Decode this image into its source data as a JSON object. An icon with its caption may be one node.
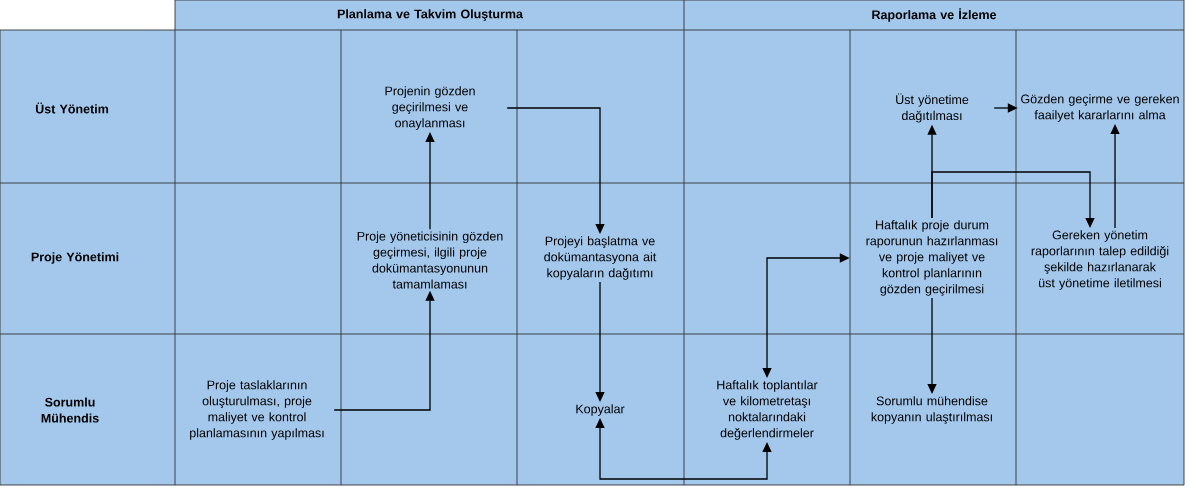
{
  "diagram": {
    "nodes": [
      {
        "text": [
          "Projenin gözden geçirilmesi ve onaylanması"
        ]
      },
      {
        "text": [
          "Proje yöneticisinin gözden geçirmesi, ilgili proje dokümantasyonunun tamamlaması"
        ]
      },
      {
        "text": [
          "Projeyi başlatma ve dokümantasyona ait kopyaların dağıtımı"
        ]
      },
      {
        "text": [
          "Proje taslaklarının oluşturulması, proje maliyet ve kontrol planlamasının yapılması"
        ]
      },
      {
        "text": [
          "Kopyalar"
        ]
      },
      {
        "text": [
          "Haftalık toplantılar ve kilometretaşı noktalarındaki değerlendirmeler"
        ]
      },
      {
        "text": [
          "Üst yönetime dağıtılması"
        ]
      },
      {
        "text": [
          "Gözden geçirme ve gereken faailyet kararlarını alma"
        ]
      },
      {
        "text": [
          "Haftalık proje durum raporunun hazırlanması ve proje maliyet ve kontrol planlarının gözden geçirilmesi"
        ]
      },
      {
        "text": [
          "Gereken yönetim raporlarının talep edildiği şekilde hazırlanarak üst yönetime iletilmesi"
        ]
      },
      {
        "text": [
          "Sorumlu mühendise kopyanın ulaştırılması"
        ]
      }
    ],
    "edges": [
      {
        "from": 3,
        "to": 1,
        "arrow": "to"
      },
      {
        "from": 1,
        "to": 0,
        "arrow": "to"
      },
      {
        "from": 0,
        "to": 2,
        "arrow": "to"
      },
      {
        "from": 2,
        "to": 4,
        "arrow": "to"
      },
      {
        "from": 4,
        "to": 5,
        "arrow": "both"
      },
      {
        "from": 5,
        "to": 8,
        "arrow": "both"
      },
      {
        "from": 8,
        "to": 6,
        "arrow": "to"
      },
      {
        "from": 8,
        "to": 9,
        "arrow": "to"
      },
      {
        "from": 6,
        "to": 7,
        "arrow": "to"
      },
      {
        "from": 9,
        "to": 7,
        "arrow": "to"
      },
      {
        "from": 8,
        "to": 10,
        "arrow": "to"
      }
    ],
    "labels": [
      "Planlama ve Takvim Oluşturma",
      "Raporlama ve İzleme",
      "Üst Yönetim",
      "Proje Yönetimi",
      "Sorumlu Mühendis"
    ]
  }
}
